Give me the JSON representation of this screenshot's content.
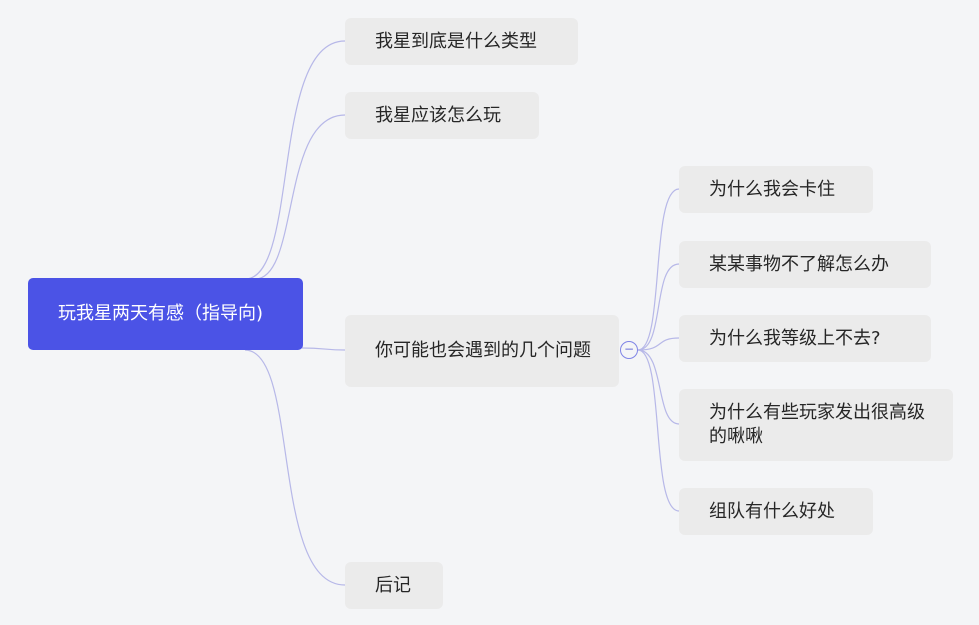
{
  "root": {
    "label": "玩我星两天有感（指导向)"
  },
  "branches": [
    {
      "label": "我星到底是什么类型"
    },
    {
      "label": "我星应该怎么玩"
    },
    {
      "label": "你可能也会遇到的几个问题"
    },
    {
      "label": "后记"
    }
  ],
  "sub_branches": [
    {
      "label": "为什么我会卡住"
    },
    {
      "label": "某某事物不了解怎么办"
    },
    {
      "label": "为什么我等级上不去?"
    },
    {
      "label": "为什么有些玩家发出很高级的啾啾"
    },
    {
      "label": "组队有什么好处"
    }
  ],
  "collapse_toggle": {
    "symbol": "−"
  },
  "colors": {
    "background": "#f4f5f7",
    "root_fill": "#4b53e6",
    "node_fill": "#ebebeb",
    "connector": "#b7b8e8"
  }
}
